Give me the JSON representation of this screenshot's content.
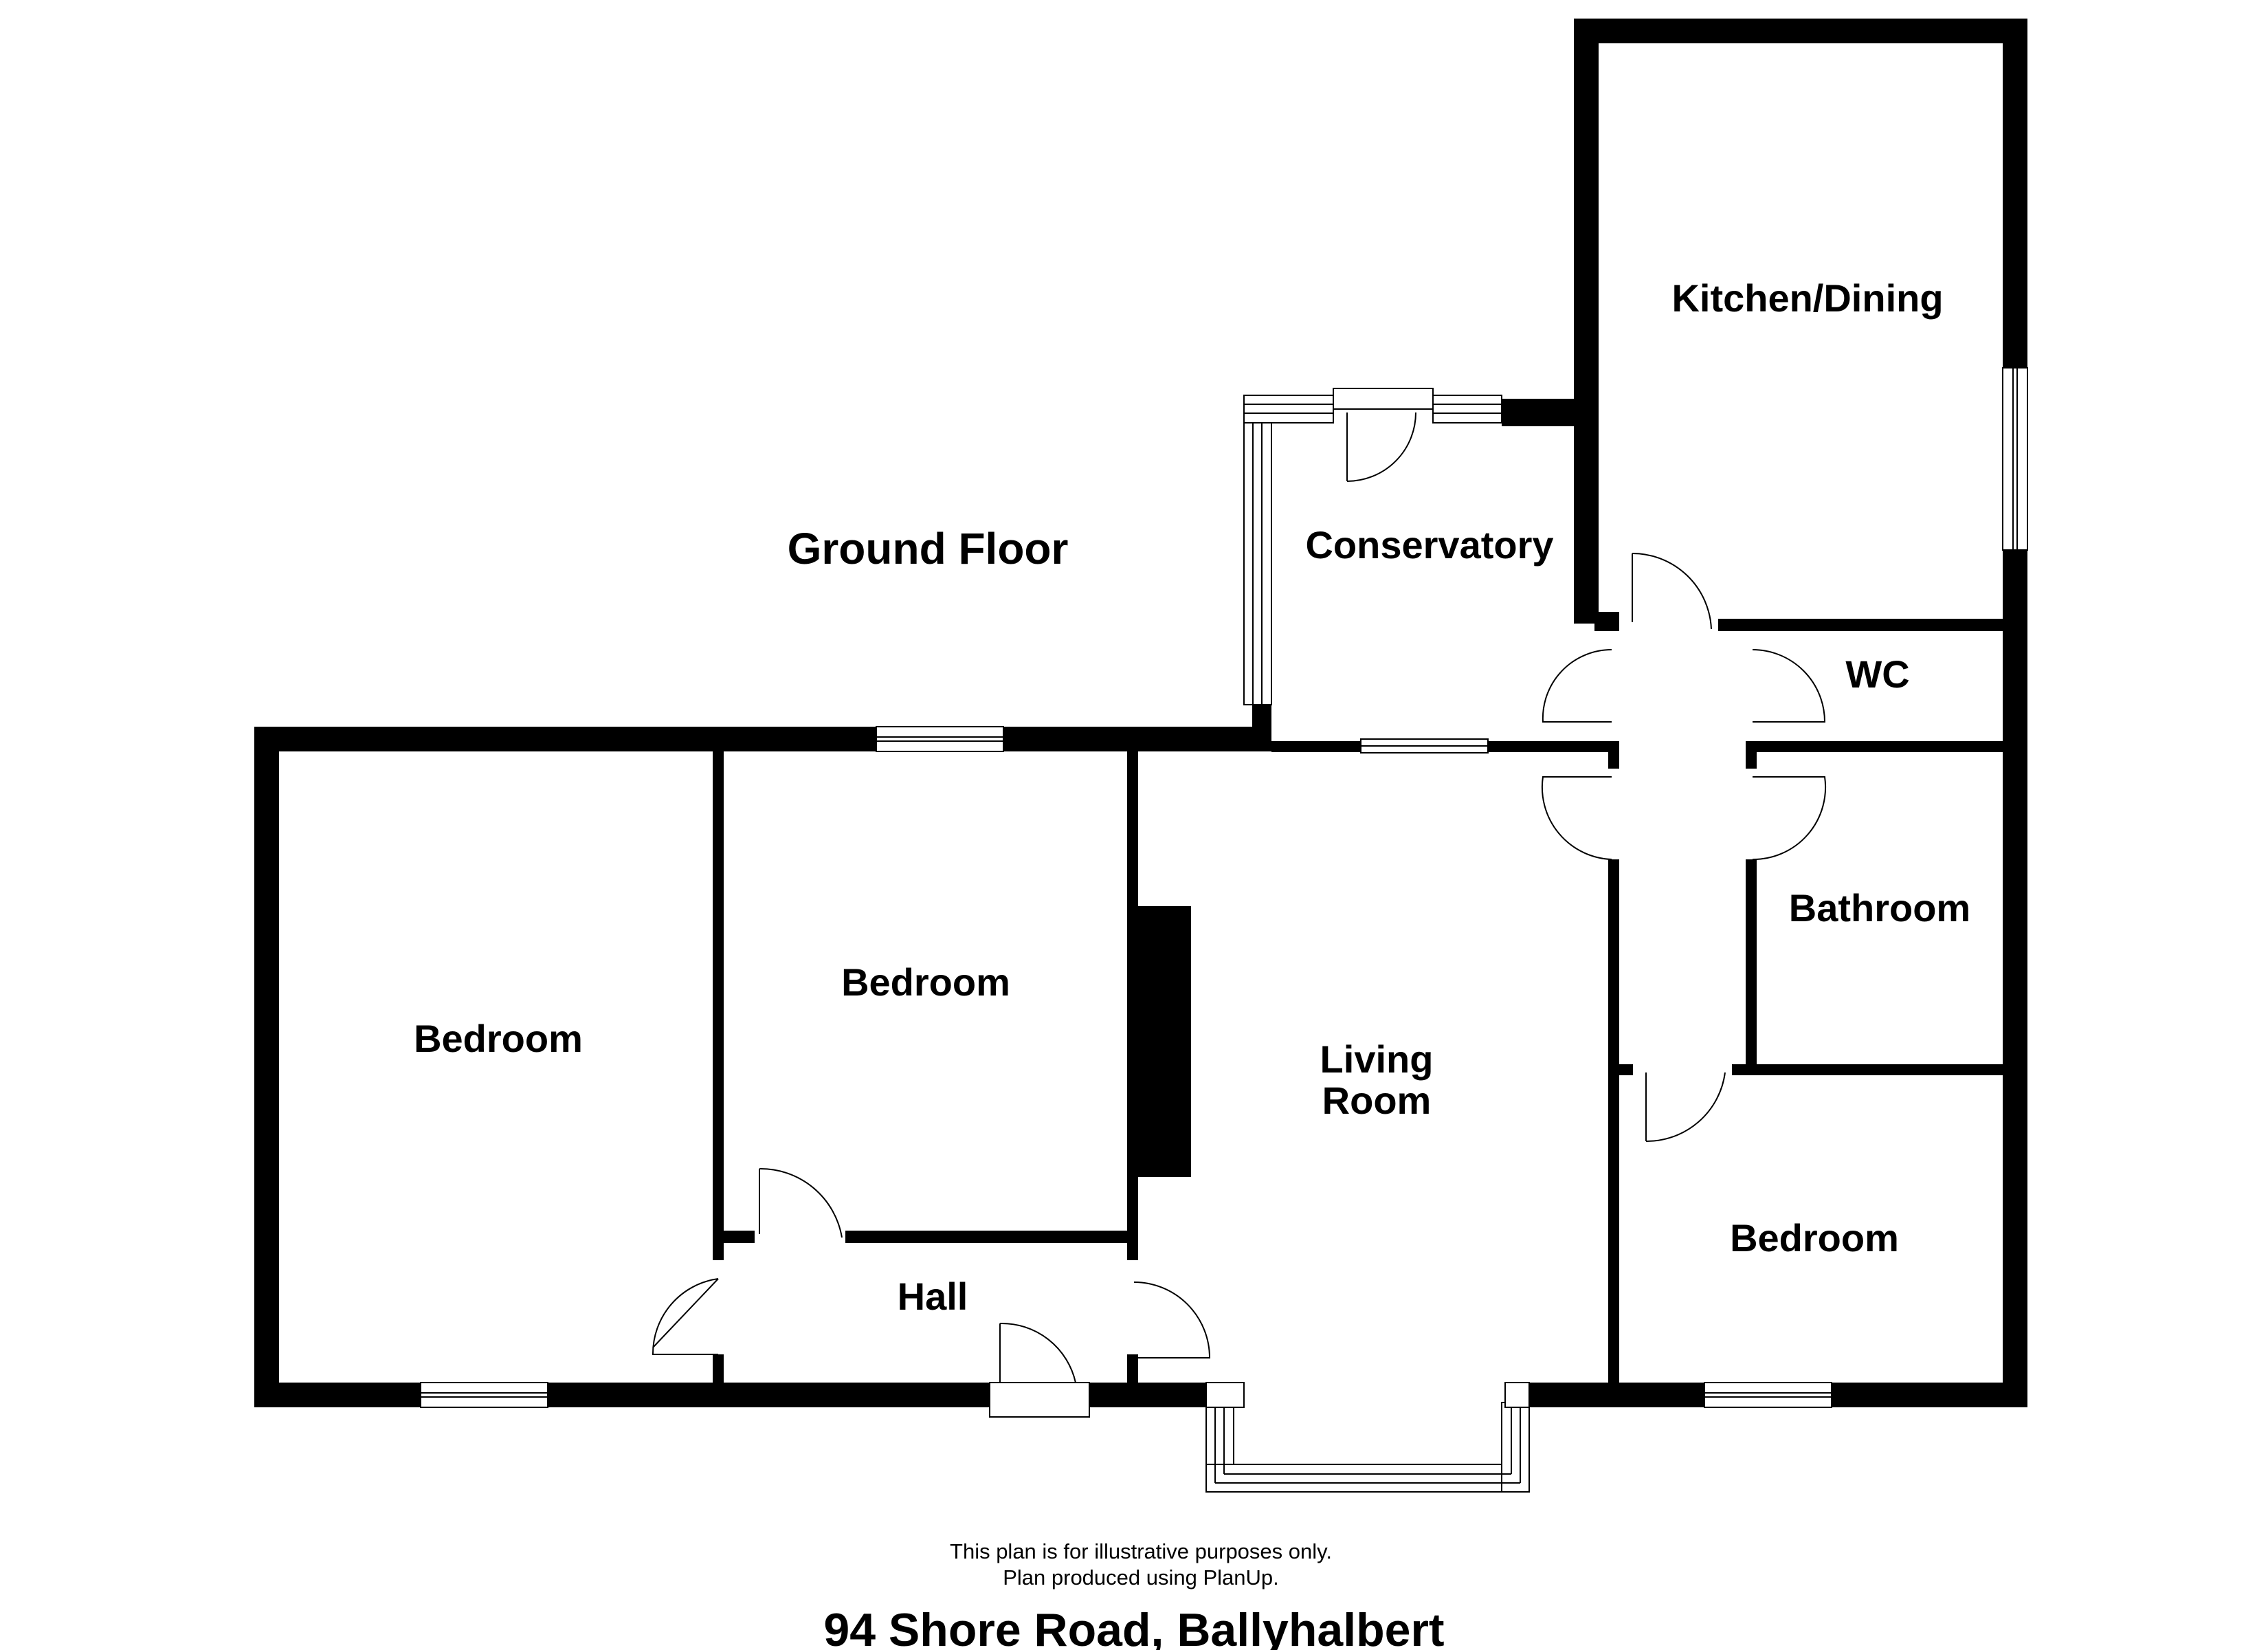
{
  "plan": {
    "floor_title": "Ground Floor",
    "rooms": {
      "kitchen_dining": "Kitchen/Dining",
      "conservatory": "Conservatory",
      "wc": "WC",
      "bathroom": "Bathroom",
      "bedroom_left": "Bedroom",
      "bedroom_middle": "Bedroom",
      "bedroom_right": "Bedroom",
      "living_room_line1": "Living",
      "living_room_line2": "Room",
      "hall": "Hall"
    },
    "disclaimer_line1": "This plan is for illustrative purposes only.",
    "disclaimer_line2": "Plan produced using PlanUp.",
    "address": "94 Shore Road, Ballyhalbert"
  },
  "colors": {
    "wall": "#000000",
    "background": "#ffffff"
  }
}
